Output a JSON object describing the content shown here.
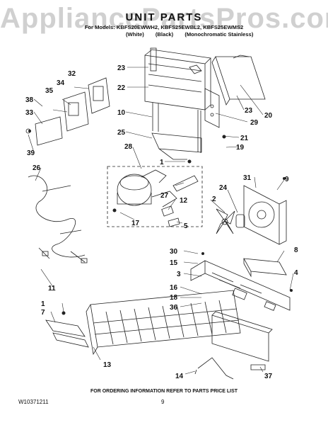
{
  "watermark": "AppliancePartsPros.com",
  "title": "UNIT PARTS",
  "models": "For Models: KBFS20EWWH2, KBFS25EWBL2, KBFS25EWMS2",
  "variants": [
    "(White)",
    "(Black)",
    "(Monochromatic Stainless)"
  ],
  "footer": "FOR ORDERING INFORMATION REFER TO PARTS PRICE LIST",
  "doc_number": "W10371211",
  "page_number": "9",
  "callouts": [
    "1",
    "2",
    "3",
    "4",
    "5",
    "7",
    "8",
    "9",
    "10",
    "11",
    "12",
    "13",
    "14",
    "15",
    "16",
    "17",
    "18",
    "19",
    "20",
    "21",
    "22",
    "23",
    "24",
    "25",
    "26",
    "27",
    "28",
    "29",
    "30",
    "31",
    "32",
    "33",
    "34",
    "35",
    "36",
    "37",
    "38",
    "39"
  ]
}
